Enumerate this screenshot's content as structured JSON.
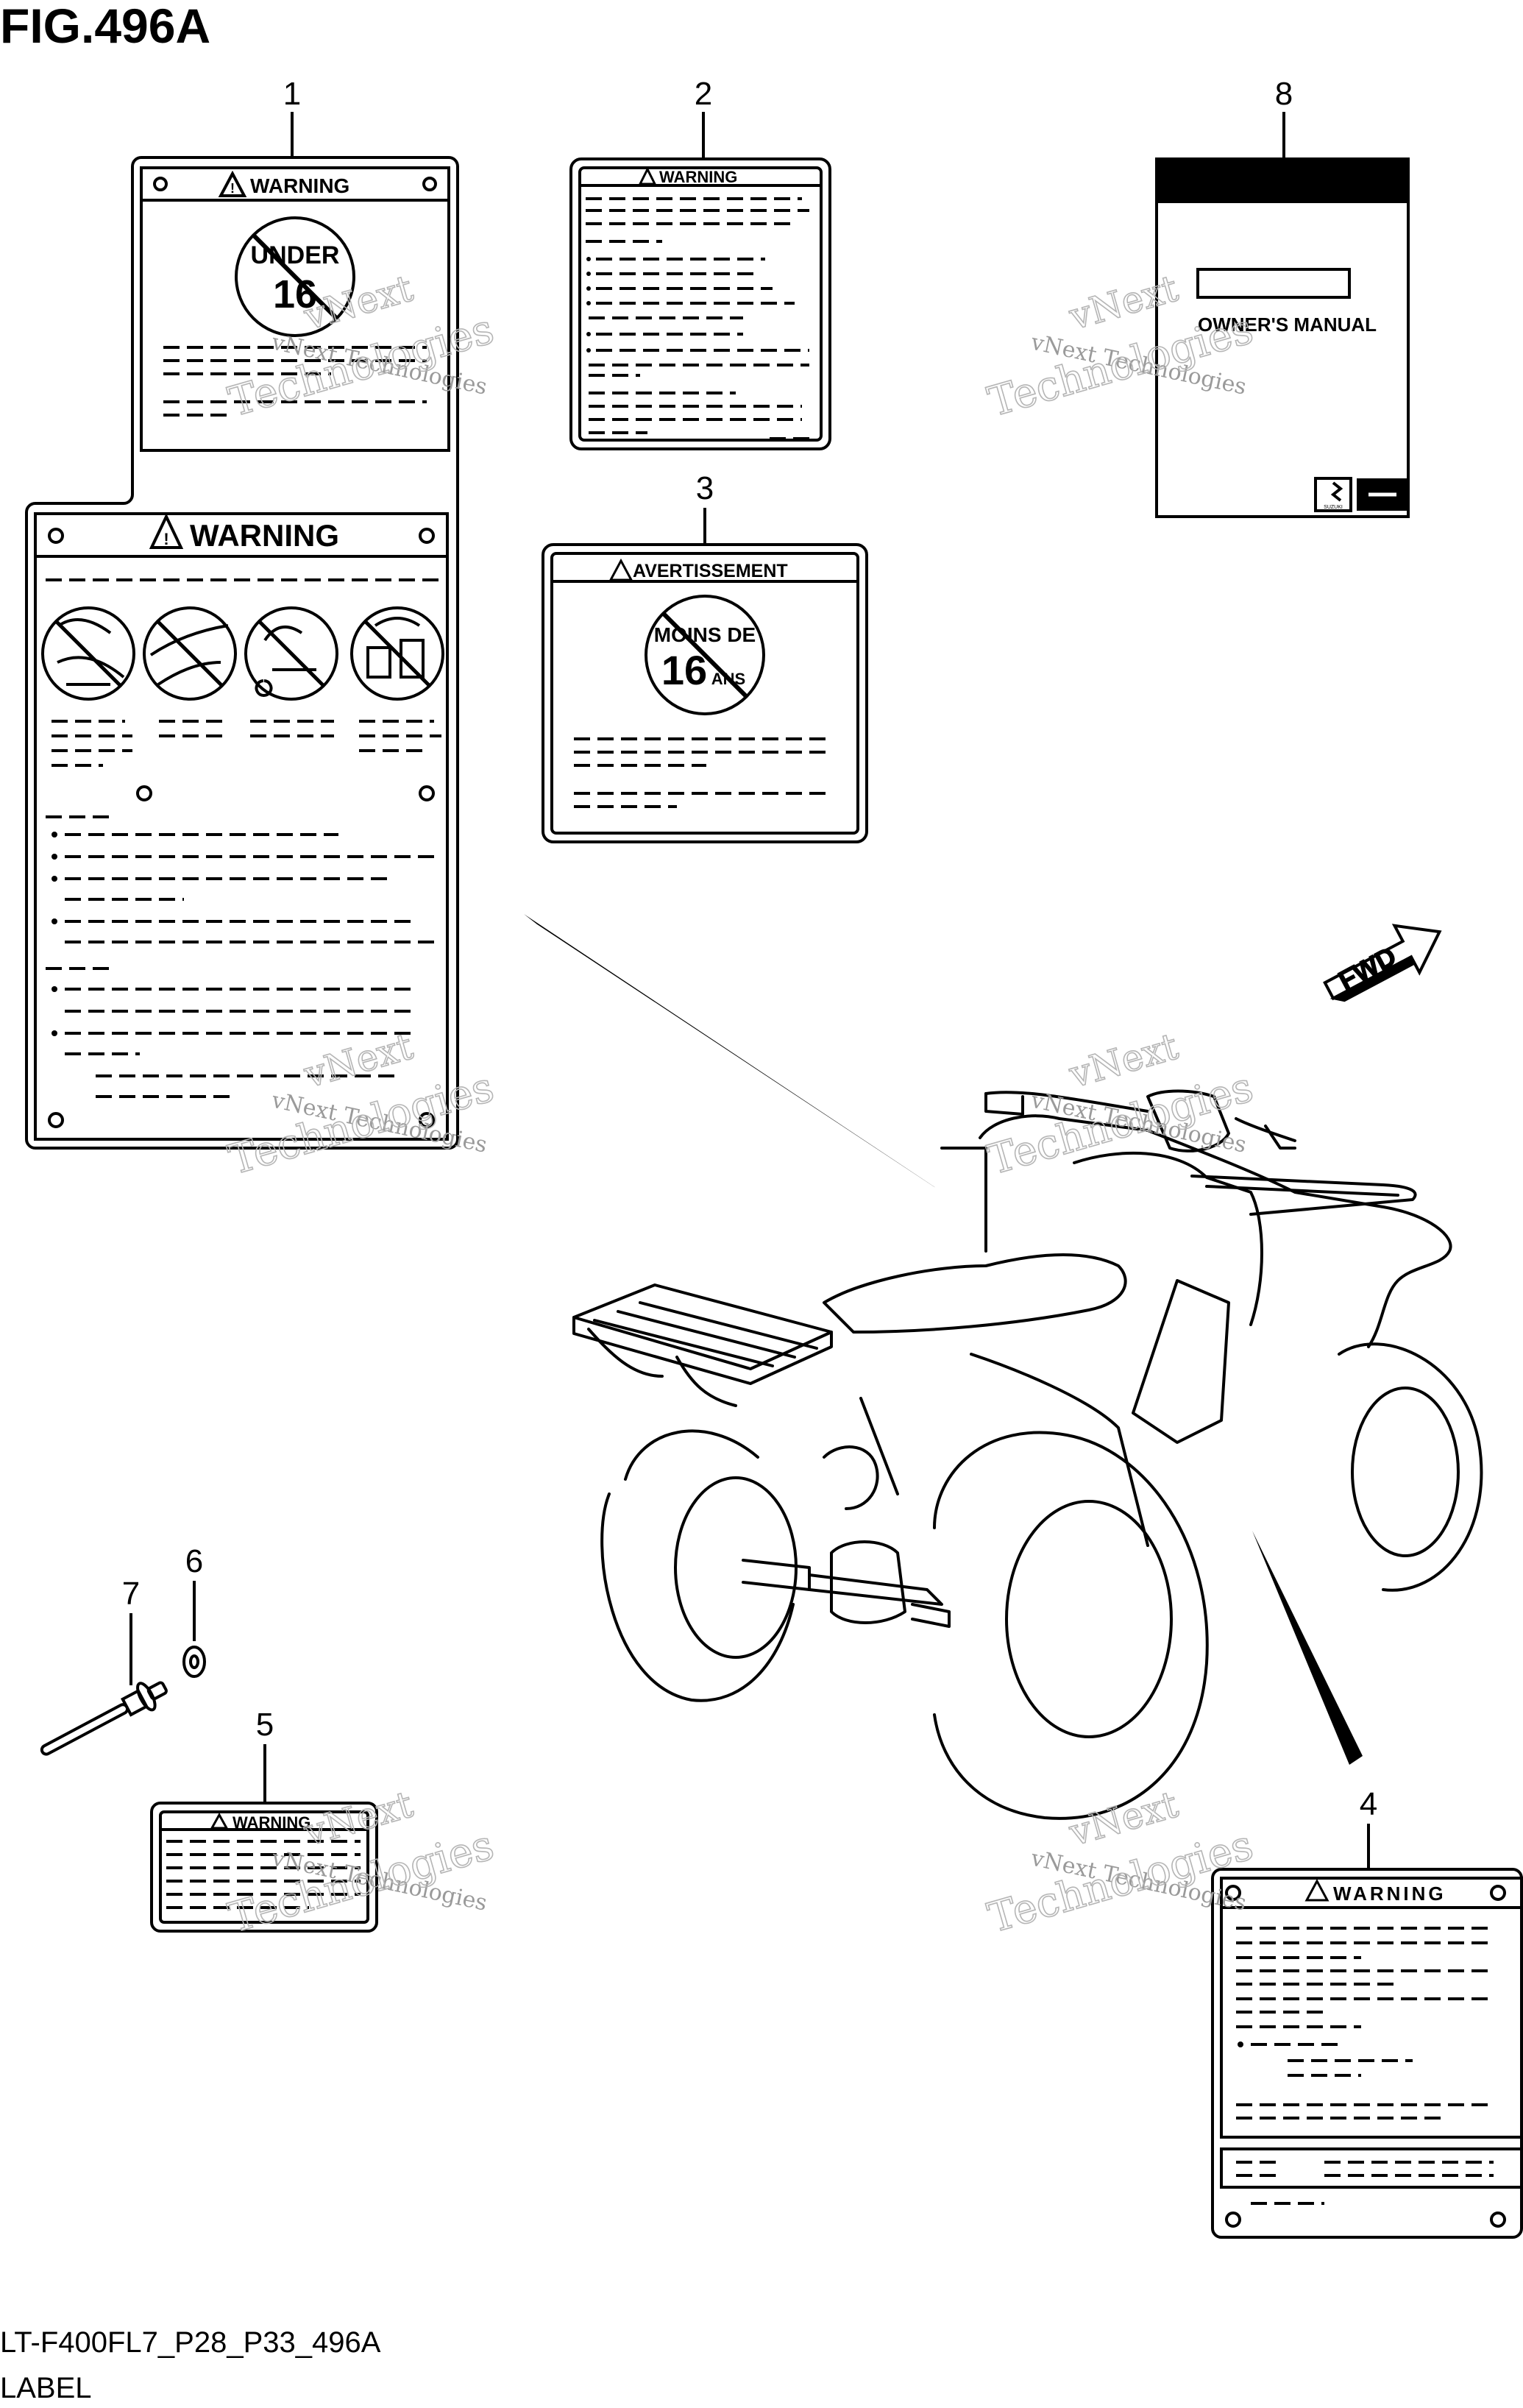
{
  "figure": {
    "title": "FIG.496A",
    "code": "LT-F400FL7_P28_P33_496A",
    "caption": "LABEL"
  },
  "callouts": {
    "c1": "1",
    "c2": "2",
    "c3": "3",
    "c4": "4",
    "c5": "5",
    "c6": "6",
    "c7": "7",
    "c8": "8"
  },
  "labels": {
    "warning": "WARNING",
    "under_line1": "UNDER",
    "under_line2": "16",
    "avertissement": "AVERTISSEMENT",
    "moinsde_line1": "MOINS DE",
    "moinsde_line2": "16",
    "moinsde_ans": "ANS",
    "owners_manual": "OWNER'S MANUAL",
    "suzuki_mark": "SUZUKI",
    "fwd": "FWD"
  },
  "watermark": {
    "small": "vNext Technologies",
    "large_line1": "vNext",
    "large_line2": "Technologies"
  }
}
